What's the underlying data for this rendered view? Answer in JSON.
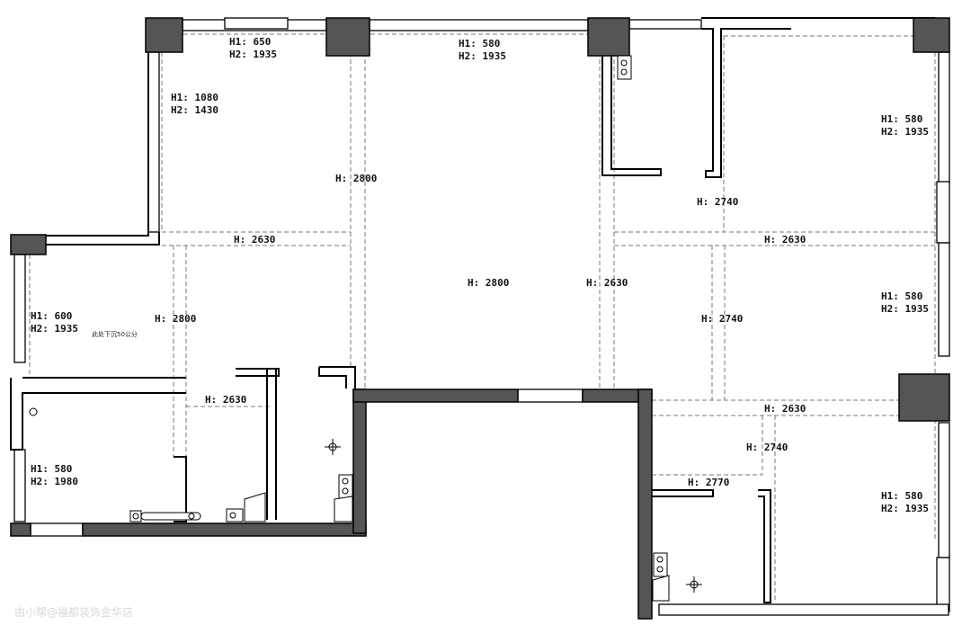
{
  "labels": {
    "r1_h1": "H1: 650",
    "r1_h2": "H2: 1935",
    "r2_h1": "H1: 1080",
    "r2_h2": "H2: 1430",
    "r3_h1": "H1: 580",
    "r3_h2": "H2: 1935",
    "r4_h1": "H1: 580",
    "r4_h2": "H2: 1935",
    "r5_h1": "H1: 600",
    "r5_h2": "H2: 1935",
    "r6_h1": "H1: 580",
    "r6_h2": "H2: 1935",
    "r7_h1": "H1: 580",
    "r7_h2": "H2: 1980",
    "r8_h1": "H1: 580",
    "r8_h2": "H2: 1935",
    "h_2800_a": "H: 2800",
    "h_2630_a": "H: 2630",
    "h_2740_a": "H: 2740",
    "h_2630_b": "H: 2630",
    "h_2800_b": "H: 2800",
    "h_2630_c": "H: 2630",
    "h_2800_c": "H: 2800",
    "h_2740_b": "H: 2740",
    "h_2630_d": "H: 2630",
    "h_2630_e": "H: 2630",
    "h_2740_c": "H: 2740",
    "h_2770": "H: 2770",
    "note": "此处下沉50公分",
    "watermark": "由小帮@福都装饰金华店"
  }
}
